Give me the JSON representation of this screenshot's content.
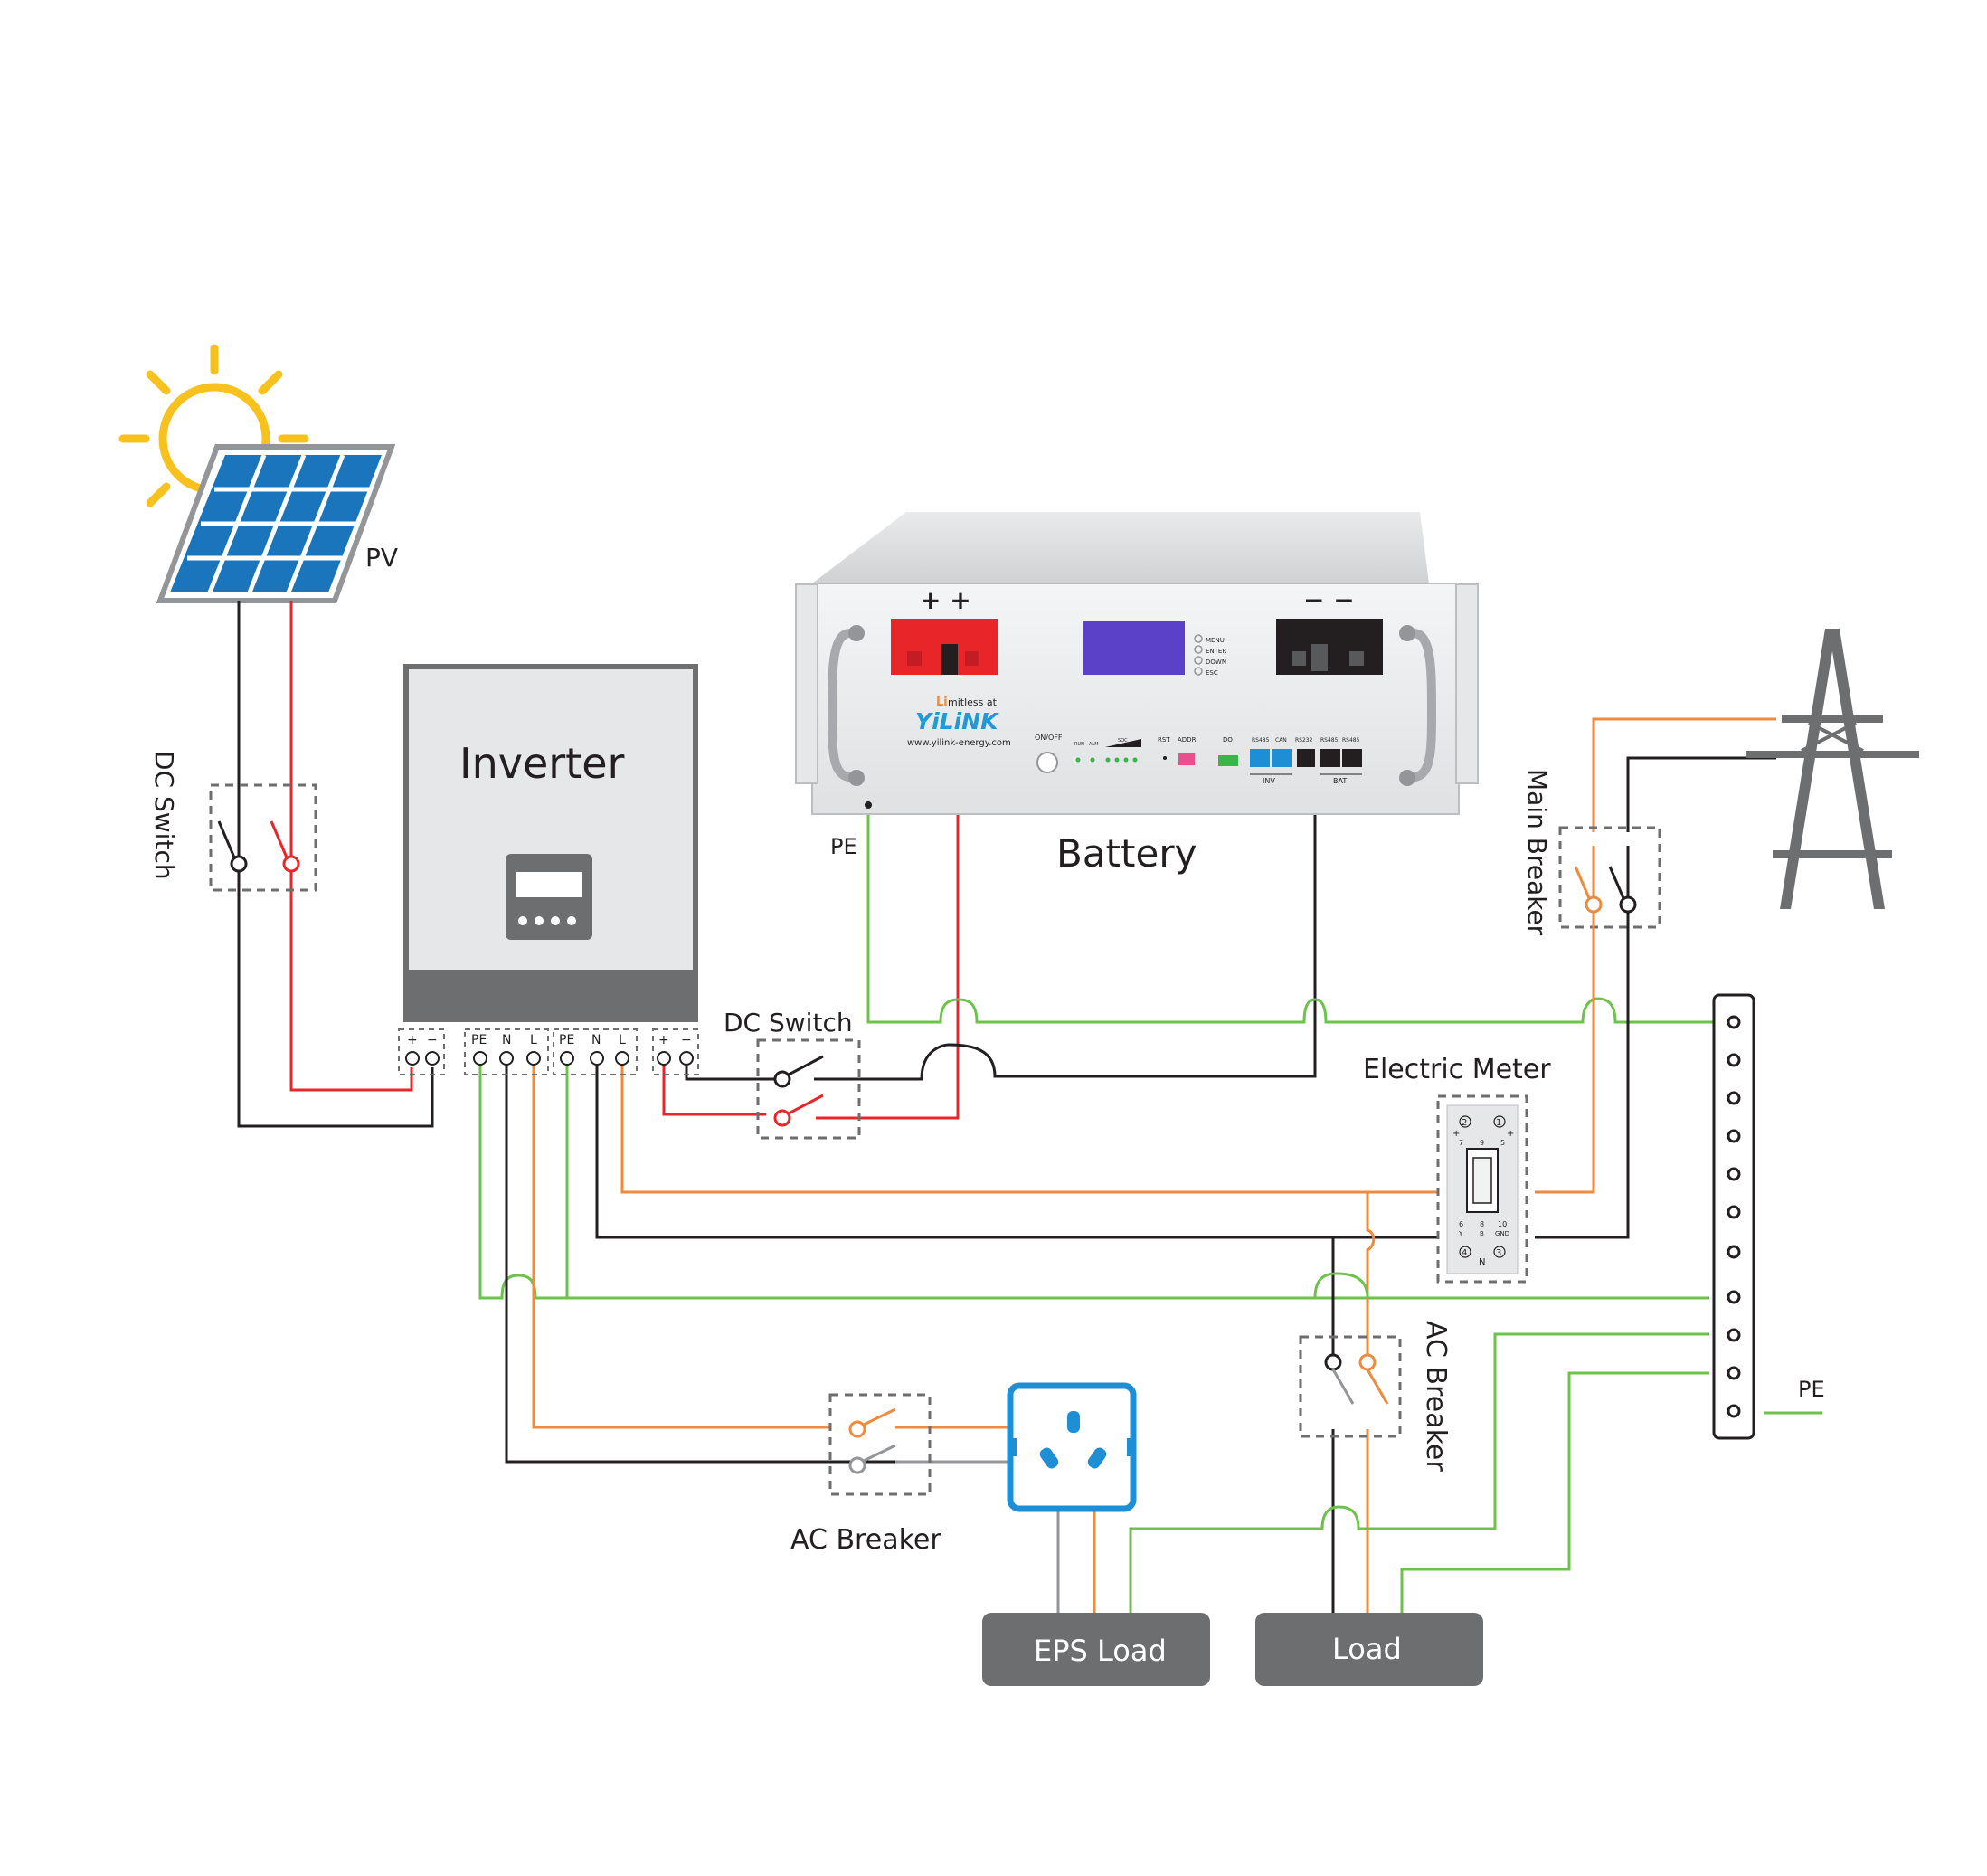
{
  "labels": {
    "pv": "PV",
    "dc_switch_pv": "DC Switch",
    "inverter": "Inverter",
    "battery": "Battery",
    "battery_pe": "PE",
    "dc_switch_battery": "DC Switch",
    "main_breaker": "Main Breaker",
    "electric_meter": "Electric Meter",
    "ac_breaker_eps": "AC Breaker",
    "ac_breaker_load": "AC Breaker",
    "eps_load": "EPS Load",
    "load": "Load",
    "pe_bar": "PE"
  },
  "inverter_terminals": {
    "pv_plus": "+",
    "pv_minus": "−",
    "eps_pe": "PE",
    "eps_n": "N",
    "eps_l": "L",
    "grid_pe": "PE",
    "grid_n": "N",
    "grid_l": "L",
    "bat_plus": "+",
    "bat_minus": "−"
  },
  "battery_panel": {
    "plus_marks": "+   +",
    "minus_marks": "−  −",
    "brand_prefix": "Li",
    "brand_tagline": "mitless at",
    "brand": "YiLiNK",
    "website": "www.yilink-energy.com",
    "on_off": "ON/OFF",
    "run": "RUN",
    "alm": "ALM",
    "soc": "SOC",
    "rst": "RST",
    "addr": "ADDR",
    "do": "DO",
    "rs485_inv": "RS485",
    "can": "CAN",
    "rs232": "RS232",
    "rs485_bat1": "RS485",
    "rs485_bat2": "RS485",
    "inv": "INV",
    "bat": "BAT",
    "menu": "MENU",
    "enter": "ENTER",
    "down": "DOWN",
    "esc": "ESC"
  },
  "meter_marks": {
    "t2": "2",
    "t1": "1",
    "pulse_l": "+",
    "pulse_r": "+",
    "r7": "7",
    "r9": "9",
    "r5": "5",
    "c6": "6",
    "c8": "8",
    "c10": "10",
    "y": "Y",
    "b": "B",
    "gnd": "GND",
    "t4": "4",
    "t3": "3",
    "n": "N"
  },
  "colors": {
    "line_phase": "#f08a3c",
    "line_neutral": "#231f20",
    "line_ground": "#6cc24a",
    "line_positive": "#e8262a",
    "accent_socket": "#1e8fd5",
    "load_box": "#6d6e70",
    "sun": "#f7c21e",
    "panel_blue": "#1b75bc"
  }
}
